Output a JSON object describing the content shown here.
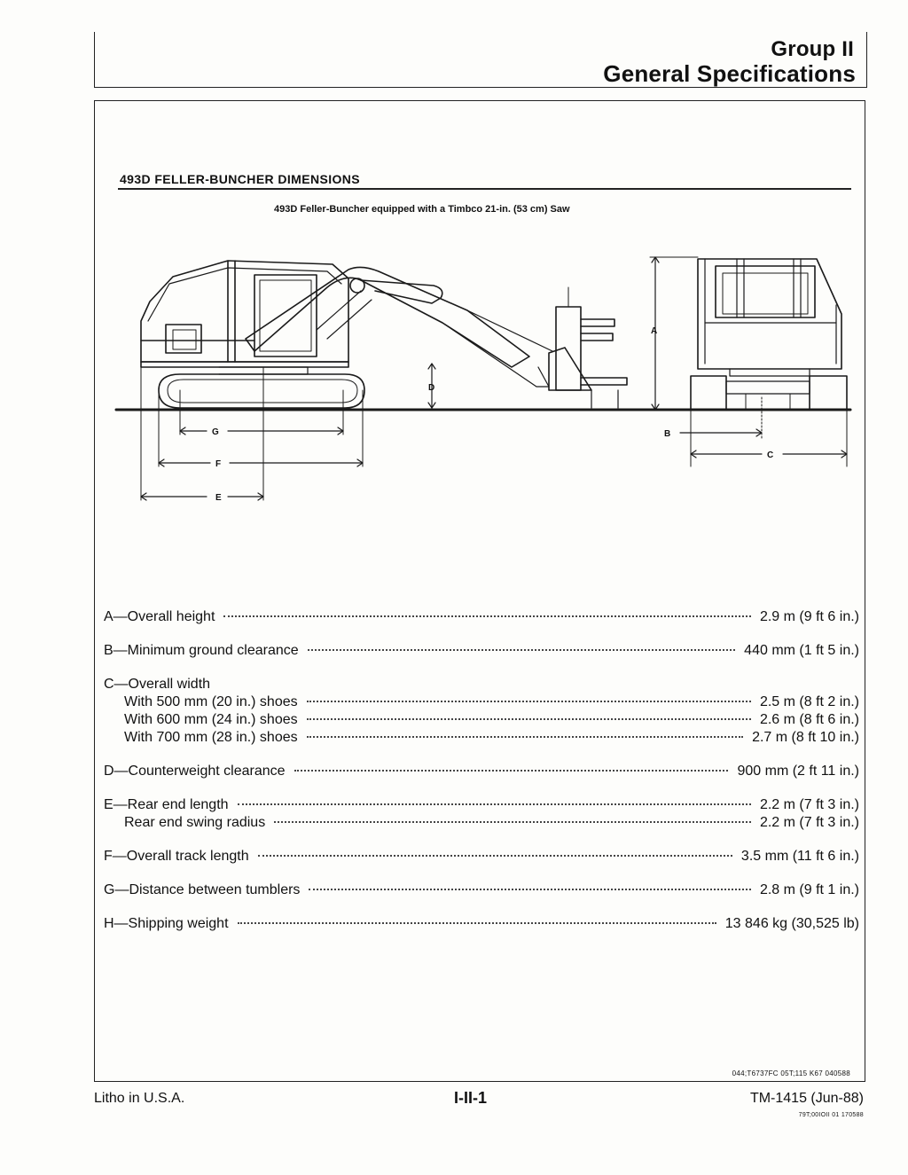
{
  "header": {
    "group_label": "Group II",
    "title": "General Specifications"
  },
  "section": {
    "title": "493D FELLER-BUNCHER DIMENSIONS",
    "figure_caption": "493D Feller-Buncher equipped with a Timbco 21-in. (53 cm) Saw"
  },
  "diagram_labels": {
    "A": "A",
    "B": "B",
    "C": "C",
    "D": "D",
    "E": "E",
    "F": "F",
    "G": "G"
  },
  "specs": [
    {
      "label": "A—Overall height",
      "value": "2.9 m (9 ft 6 in.)"
    },
    {
      "label": "B—Minimum ground clearance",
      "value": "440 mm (1 ft 5 in.)"
    },
    {
      "heading": "C—Overall width"
    },
    {
      "label": "With 500 mm (20 in.) shoes",
      "value": "2.5 m (8 ft 2 in.)"
    },
    {
      "label": "With 600 mm (24 in.) shoes",
      "value": "2.6 m (8 ft 6 in.)"
    },
    {
      "label": "With 700 mm (28 in.) shoes",
      "value": "2.7 m (8 ft 10 in.)"
    },
    {
      "label": "D—Counterweight clearance",
      "value": "900 mm (2 ft 11 in.)"
    },
    {
      "label": "E—Rear end length",
      "value": "2.2 m (7 ft 3 in.)"
    },
    {
      "label": "Rear end swing radius",
      "value": "2.2 m (7 ft 3 in.)"
    },
    {
      "label": "F—Overall track length",
      "value": "3.5 mm (11 ft 6 in.)"
    },
    {
      "label": "G—Distance between tumblers",
      "value": "2.8 m (9 ft 1 in.)"
    },
    {
      "label": "H—Shipping weight",
      "value": "13 846 kg (30,525 lb)"
    }
  ],
  "box_code": "044;T6737FC 05T;115 K67 040588",
  "footer": {
    "left": "Litho in U.S.A.",
    "center": "I-II-1",
    "right": "TM-1415 (Jun-88)",
    "code": "79T;00IOII 01 170588"
  }
}
